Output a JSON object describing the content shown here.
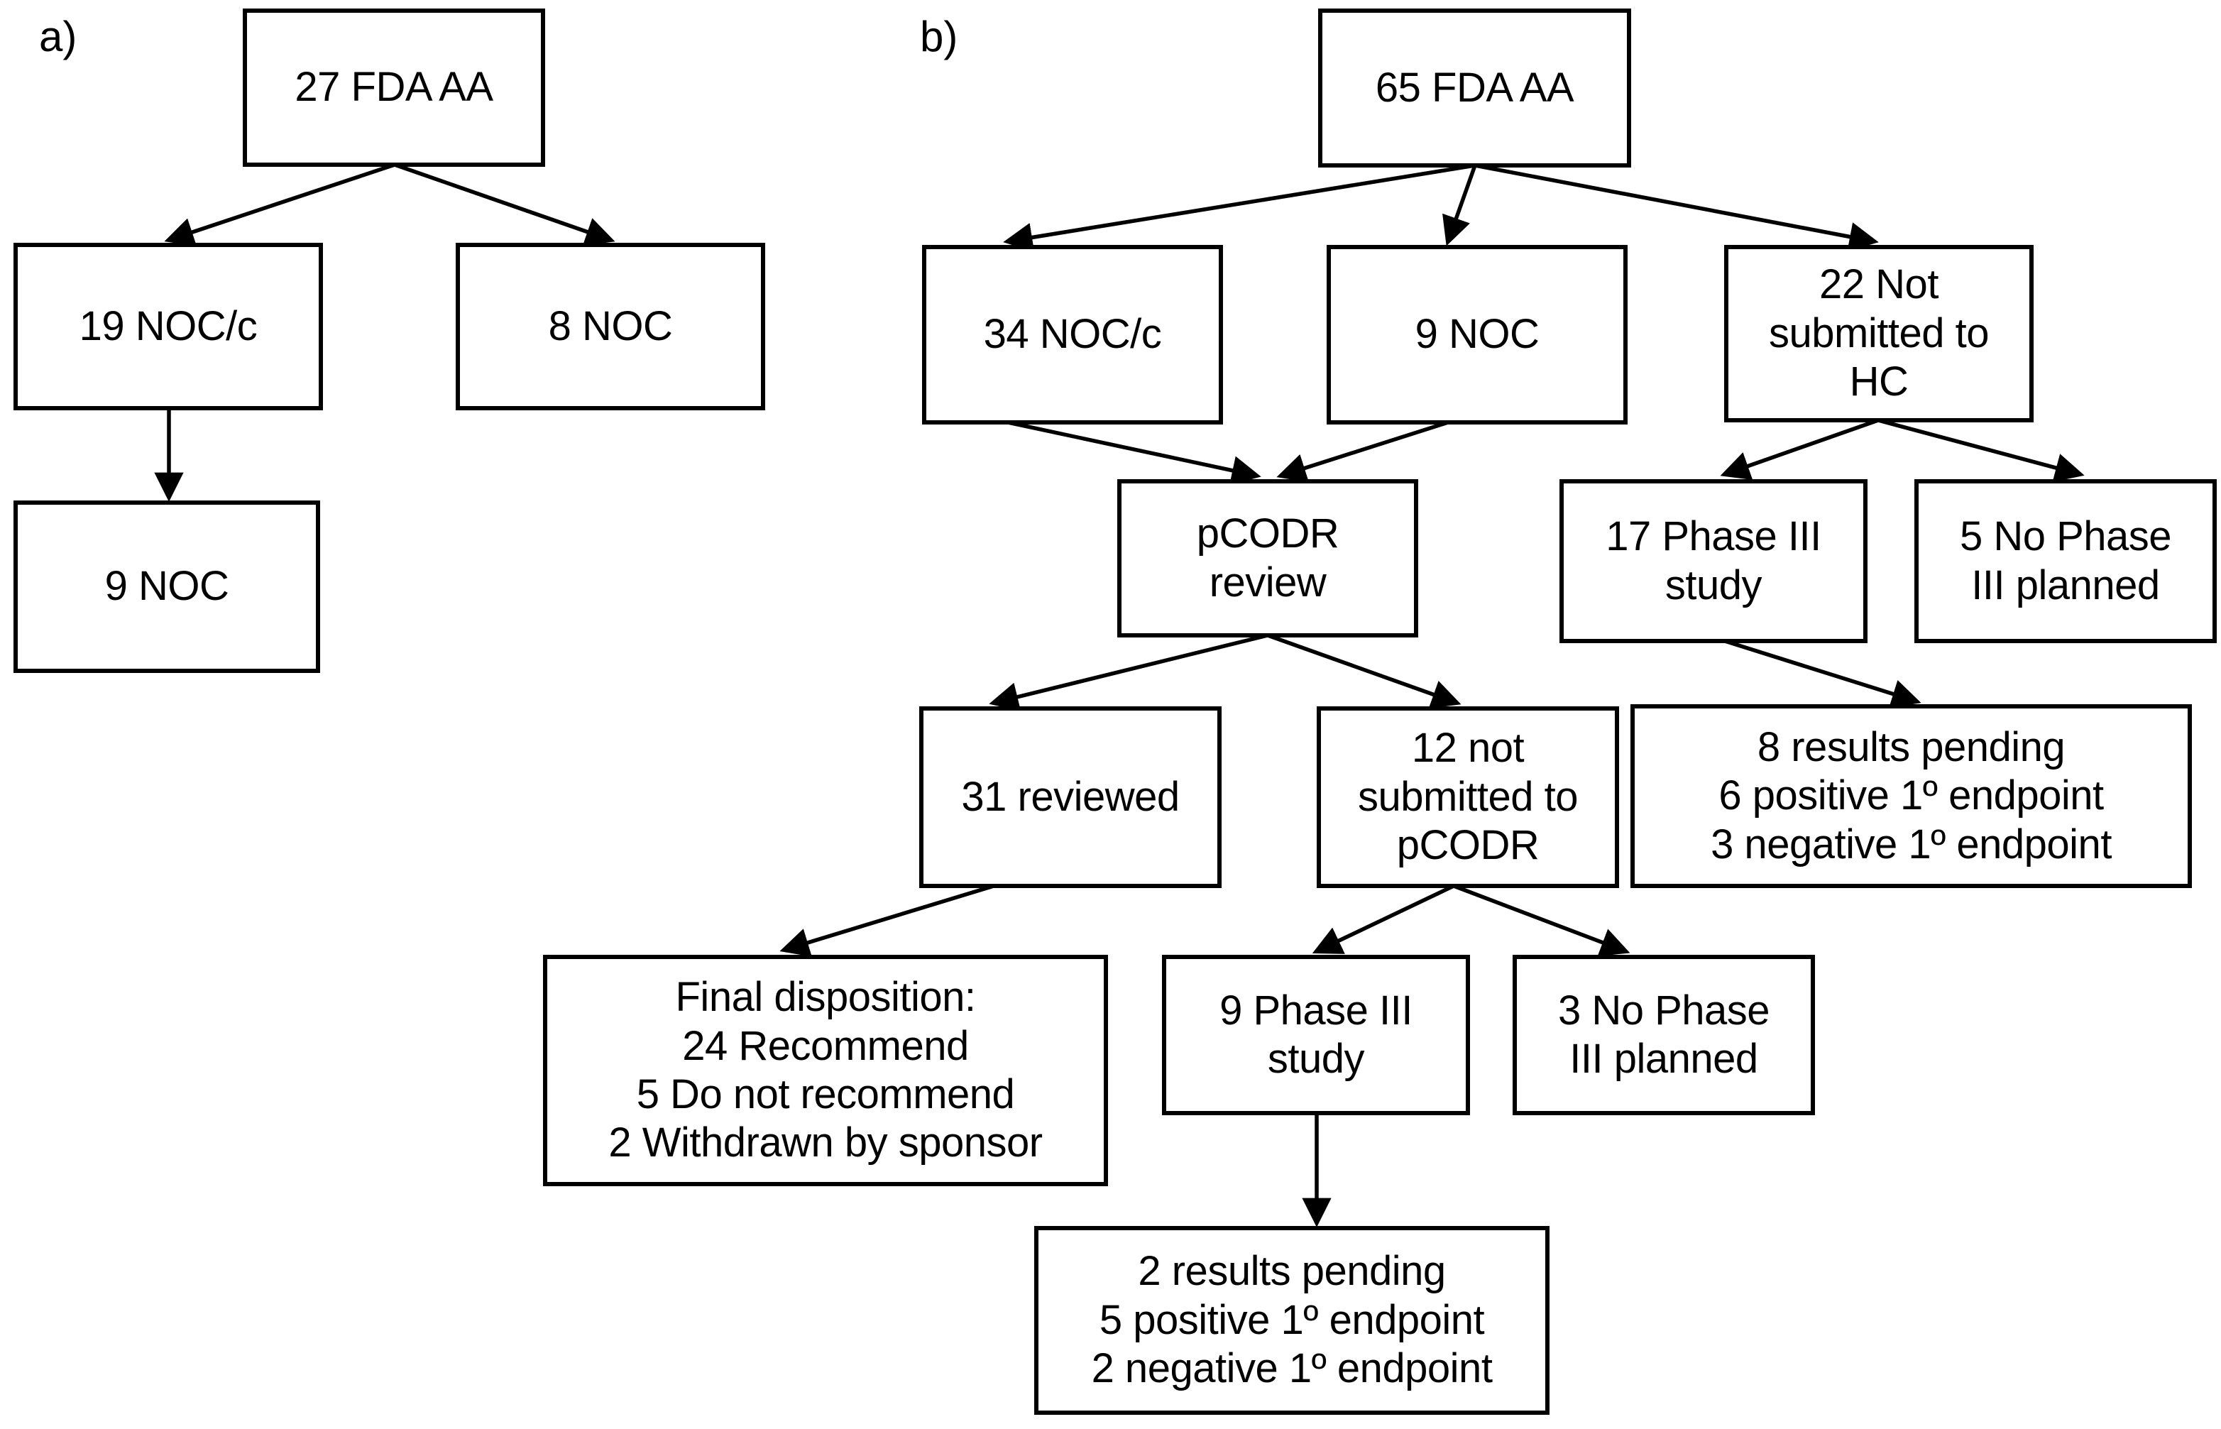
{
  "figure": {
    "type": "flowchart",
    "background": "#ffffff",
    "line_color": "#000000",
    "text_color": "#000000",
    "panels": [
      {
        "id": "a",
        "label": "a)",
        "nodes": [
          {
            "id": "a_fda",
            "lines": [
              "27 FDA AA"
            ]
          },
          {
            "id": "a_nocc",
            "lines": [
              "19 NOC/c"
            ]
          },
          {
            "id": "a_noc8",
            "lines": [
              "8 NOC"
            ]
          },
          {
            "id": "a_noc9",
            "lines": [
              "9 NOC"
            ]
          }
        ],
        "edges": [
          {
            "from": "a_fda",
            "to": "a_nocc"
          },
          {
            "from": "a_fda",
            "to": "a_noc8"
          },
          {
            "from": "a_nocc",
            "to": "a_noc9"
          }
        ]
      },
      {
        "id": "b",
        "label": "b)",
        "nodes": [
          {
            "id": "b_fda",
            "lines": [
              "65 FDA AA"
            ]
          },
          {
            "id": "b_nocc",
            "lines": [
              "34 NOC/c"
            ]
          },
          {
            "id": "b_noc9",
            "lines": [
              "9 NOC"
            ]
          },
          {
            "id": "b_nothc",
            "lines": [
              "22 Not",
              "submitted to",
              "HC"
            ]
          },
          {
            "id": "b_pcodr",
            "lines": [
              "pCODR",
              "review"
            ]
          },
          {
            "id": "b_p3_17",
            "lines": [
              "17 Phase III",
              "study"
            ]
          },
          {
            "id": "b_nop3_5",
            "lines": [
              "5 No Phase",
              "III planned"
            ]
          },
          {
            "id": "b_reviewed31",
            "lines": [
              "31 reviewed"
            ]
          },
          {
            "id": "b_notsub12",
            "lines": [
              "12 not",
              "submitted to",
              "pCODR"
            ]
          },
          {
            "id": "b_results8",
            "lines": [
              "8 results pending",
              "6 positive 1º endpoint",
              "3 negative 1º endpoint"
            ]
          },
          {
            "id": "b_final",
            "lines": [
              "Final disposition:",
              "24 Recommend",
              "5 Do not recommend",
              "2 Withdrawn by sponsor"
            ]
          },
          {
            "id": "b_p3_9",
            "lines": [
              "9 Phase III",
              "study"
            ]
          },
          {
            "id": "b_nop3_3",
            "lines": [
              "3 No Phase",
              "III planned"
            ]
          },
          {
            "id": "b_results2",
            "lines": [
              "2 results pending",
              "5 positive 1º endpoint",
              "2 negative 1º endpoint"
            ]
          }
        ],
        "edges": [
          {
            "from": "b_fda",
            "to": "b_nocc"
          },
          {
            "from": "b_fda",
            "to": "b_noc9"
          },
          {
            "from": "b_fda",
            "to": "b_nothc"
          },
          {
            "from": "b_nocc",
            "to": "b_pcodr"
          },
          {
            "from": "b_noc9",
            "to": "b_pcodr"
          },
          {
            "from": "b_nothc",
            "to": "b_p3_17"
          },
          {
            "from": "b_nothc",
            "to": "b_nop3_5"
          },
          {
            "from": "b_pcodr",
            "to": "b_reviewed31"
          },
          {
            "from": "b_pcodr",
            "to": "b_notsub12"
          },
          {
            "from": "b_p3_17",
            "to": "b_results8"
          },
          {
            "from": "b_reviewed31",
            "to": "b_final"
          },
          {
            "from": "b_notsub12",
            "to": "b_p3_9"
          },
          {
            "from": "b_notsub12",
            "to": "b_nop3_3"
          },
          {
            "from": "b_p3_9",
            "to": "b_results2"
          }
        ]
      }
    ]
  },
  "nodes": {
    "a_fda": {
      "text": "27 FDA AA"
    },
    "a_nocc": {
      "text": "19 NOC/c"
    },
    "a_noc8": {
      "text": "8 NOC"
    },
    "a_noc9": {
      "text": "9 NOC"
    },
    "b_fda": {
      "text": "65 FDA AA"
    },
    "b_nocc": {
      "text": "34 NOC/c"
    },
    "b_noc9": {
      "text": "9 NOC"
    },
    "b_nothc": {
      "l1": "22 Not",
      "l2": "submitted to",
      "l3": "HC"
    },
    "b_pcodr": {
      "l1": "pCODR",
      "l2": "review"
    },
    "b_p3_17": {
      "l1": "17 Phase III",
      "l2": "study"
    },
    "b_nop3_5": {
      "l1": "5 No Phase",
      "l2": "III planned"
    },
    "b_reviewed31": {
      "text": "31 reviewed"
    },
    "b_notsub12": {
      "l1": "12 not",
      "l2": "submitted to",
      "l3": "pCODR"
    },
    "b_results8": {
      "l1": "8 results pending",
      "l2": "6 positive 1º endpoint",
      "l3": "3 negative 1º endpoint"
    },
    "b_final": {
      "l1": "Final disposition:",
      "l2": "24 Recommend",
      "l3": "5 Do not recommend",
      "l4": "2 Withdrawn by sponsor"
    },
    "b_p3_9": {
      "l1": "9 Phase III",
      "l2": "study"
    },
    "b_nop3_3": {
      "l1": "3 No Phase",
      "l2": "III planned"
    },
    "b_results2": {
      "l1": "2 results pending",
      "l2": "5 positive 1º endpoint",
      "l3": "2 negative 1º endpoint"
    }
  },
  "labels": {
    "panel_a": "a)",
    "panel_b": "b)"
  }
}
